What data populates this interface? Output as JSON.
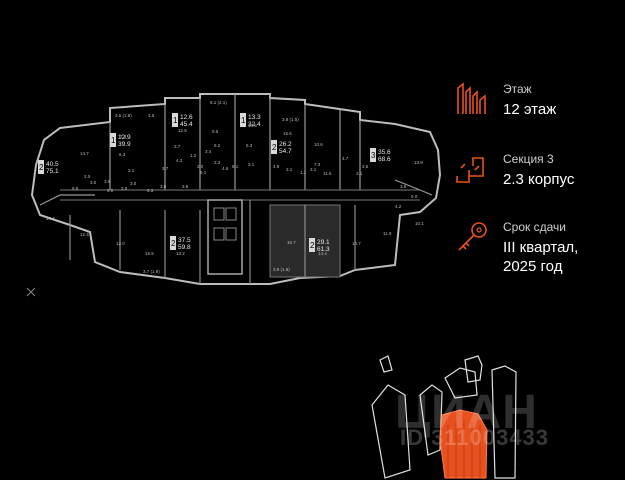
{
  "info": [
    {
      "label": "Этаж",
      "value": "12 этаж",
      "icon": "floor-icon"
    },
    {
      "label": "Секция 3",
      "value": "2.3 корпус",
      "icon": "section-icon"
    },
    {
      "label": "Срок сдачи",
      "value": "III квартал, 2025 год",
      "value_lines": [
        "III квартал,",
        "2025 год"
      ],
      "icon": "key-icon"
    }
  ],
  "watermark": {
    "brand": "ЦИАН",
    "id": "ID 311003433"
  },
  "accent": "#e8501e",
  "apartments": [
    {
      "rooms": "2",
      "area": "40.5",
      "total": "75.1"
    },
    {
      "rooms": "1",
      "area": "12.9",
      "total": "39.9"
    },
    {
      "rooms": "1",
      "area": "12.6",
      "total": "45.4"
    },
    {
      "rooms": "1",
      "area": "13.3",
      "total": "32.4"
    },
    {
      "rooms": "2",
      "area": "26.2",
      "total": "54.7"
    },
    {
      "rooms": "3",
      "area": "35.6",
      "total": "68.6"
    },
    {
      "rooms": "2",
      "area": "37.5",
      "total": "59.8"
    },
    {
      "rooms": "2",
      "area": "29.1",
      "total": "61.3"
    }
  ],
  "room_labels": [
    "3.5 (1.8)",
    "6.1 (2.1)",
    "3.8 (1.5)",
    "14.7",
    "12.5",
    "9.6",
    "13.5",
    "15.6",
    "10.6",
    "7.3",
    "6.3",
    "5.2",
    "5.3",
    "7.3",
    "13.9",
    "3.5",
    "2.7",
    "1.2",
    "3.4",
    "2.0",
    "3.1",
    "3.7",
    "4.3",
    "2.0",
    "5.1",
    "2.3",
    "4.6",
    "8.1",
    "3.1",
    "4.9",
    "3.1",
    "1.1",
    "3.1",
    "11.6",
    "4.7",
    "3.1",
    "3.6",
    "9.8",
    "3.0",
    "3.6",
    "5.0",
    "3.8",
    "3.0",
    "5.3",
    "3.6",
    "3.8",
    "3.5",
    "5.0",
    "4.2",
    "14.4",
    "12.4",
    "12.0",
    "15.5",
    "13.2",
    "10.7",
    "14.7",
    "14.4",
    "11.9",
    "10.1",
    "3.7 (1.9)",
    "3.9 (1.8)"
  ]
}
